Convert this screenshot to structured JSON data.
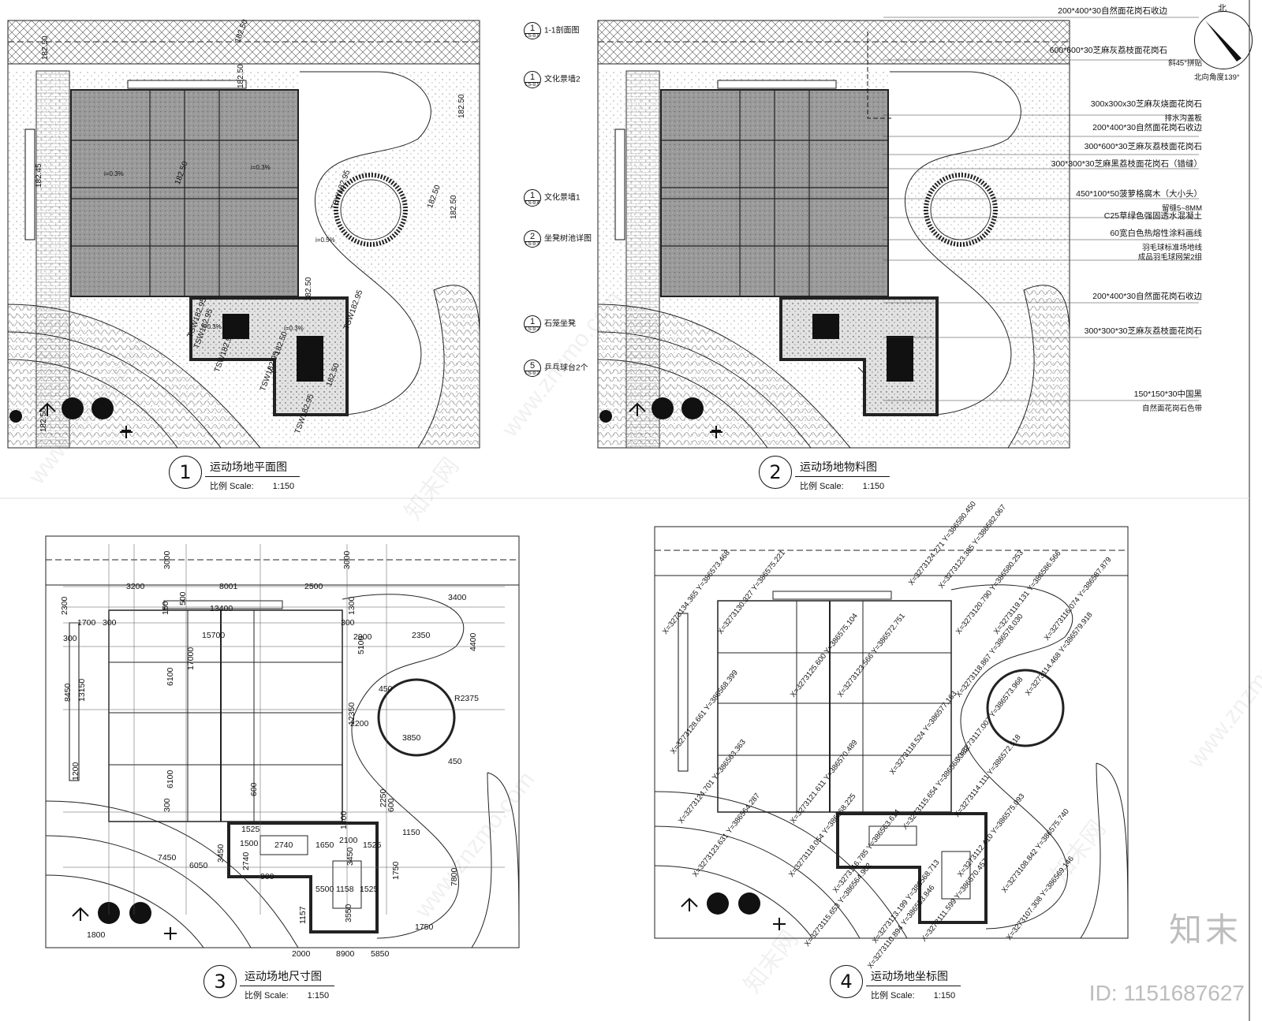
{
  "panels": [
    {
      "num": "1",
      "title": "运动场地平面图",
      "scale_label": "比例 Scale:",
      "scale": "1:150"
    },
    {
      "num": "2",
      "title": "运动场地物料图",
      "scale_label": "比例 Scale:",
      "scale": "1:150"
    },
    {
      "num": "3",
      "title": "运动场地尺寸图",
      "scale_label": "比例 Scale:",
      "scale": "1:150"
    },
    {
      "num": "4",
      "title": "运动场地坐标图",
      "scale_label": "比例 Scale:",
      "scale": "1:150"
    }
  ],
  "north": {
    "label": "北",
    "angle": "北向角度139°"
  },
  "plan_labels": {
    "levels": [
      "182.50",
      "182.50",
      "182.45",
      "182.50",
      "182.50",
      "182.50",
      "182.50",
      "182.50",
      "182.50",
      "182.50",
      "182.50",
      "182.50"
    ],
    "tsw": [
      "TSW182.95",
      "TSW182.95",
      "TSW182.95",
      "TSW182.95",
      "TSW182.95",
      "TSW182.95",
      "TSW182.95"
    ],
    "slopes": [
      "i=0.3%",
      "i=0.3%",
      "i=0.5%",
      "i=0.3%",
      "i=0.3%"
    ]
  },
  "material_callouts": [
    {
      "text": "200*400*30自然面花岗石收边"
    },
    {
      "text": "600*600*30芝麻灰荔枝面花岗石"
    },
    {
      "text": "斜45°拼贴"
    },
    {
      "text": "300x300x30芝麻灰烧面花岗石"
    },
    {
      "text": "排水沟盖板"
    },
    {
      "text": "200*400*30自然面花岗石收边"
    },
    {
      "text": "300*600*30芝麻灰荔枝面花岗石"
    },
    {
      "text": "300*300*30芝麻黑荔枝面花岗石（错缝）"
    },
    {
      "text": "450*100*50菠萝格腐木（大小头）"
    },
    {
      "text": "留缝5~8MM"
    },
    {
      "text": "C25草绿色强固透水混凝土"
    },
    {
      "text": "60宽白色热熔性涂料画线"
    },
    {
      "text": "羽毛球标准场地线"
    },
    {
      "text": "成品羽毛球网架2组"
    },
    {
      "text": "200*400*30自然面花岗石收边"
    },
    {
      "text": "300*300*30芝麻灰荔枝面花岗石"
    },
    {
      "text": "150*150*30中国黑"
    },
    {
      "text": "自然面花岗石色带"
    }
  ],
  "left_refs": [
    {
      "n": "1",
      "sub": "LS-9.5",
      "text": "1-1剖面图"
    },
    {
      "n": "1",
      "sub": "LS-9.5",
      "text": "文化景墙2"
    },
    {
      "n": "1",
      "sub": "LS-9.4",
      "text": "文化景墙1"
    },
    {
      "n": "2",
      "sub": "LS-9.3",
      "text": "坐凳树池详图"
    },
    {
      "n": "1",
      "sub": "LS-9.2",
      "text": "石笼坐凳"
    },
    {
      "n": "5",
      "sub": "LS-9.2",
      "text": "乒乓球台2个"
    }
  ],
  "dimensions": [
    "3000",
    "3000",
    "3200",
    "8001",
    "2500",
    "150",
    "500",
    "1300",
    "13400",
    "300",
    "300",
    "15700",
    "2900",
    "2350",
    "3400",
    "4400",
    "2300",
    "1700",
    "300",
    "6100",
    "17000",
    "6100",
    "8450",
    "13150",
    "12350",
    "2200",
    "450",
    "3850",
    "R2375",
    "450",
    "5100",
    "300",
    "600",
    "1525",
    "600",
    "1400",
    "7450",
    "6050",
    "3450",
    "1500",
    "2740",
    "1650",
    "2100",
    "1525",
    "1150",
    "3450",
    "2740",
    "900",
    "1750",
    "7800",
    "5500",
    "1158",
    "1525",
    "1157",
    "3550",
    "2000",
    "8900",
    "1750",
    "2250",
    "1200",
    "5850",
    "1800"
  ],
  "coords": [
    "X=3273124.271 Y=386580.450",
    "X=3273123.385 Y=386582.067",
    "X=3273134.365 Y=386573.468",
    "X=3273130.327 Y=386575.221",
    "X=3273120.790 Y=386580.253",
    "X=3273119.131 Y=386586.566",
    "X=3273116.074 Y=386587.879",
    "X=3273125.600 Y=386575.104",
    "X=3273123.566 Y=386572.751",
    "X=3273118.867 Y=386578.030",
    "X=3273114.468 Y=386579.918",
    "X=3273117.007 Y=386573.968",
    "X=3273128.661 Y=386568.399",
    "X=3273118.524 Y=386577.163",
    "X=3273124.701 Y=386563.363",
    "X=3273121.611 Y=386570.489",
    "X=3273115.654 Y=386568.382",
    "X=3273114.111 Y=386572.518",
    "X=3273123.631 Y=386564.287",
    "X=3273119.054 Y=386568.225",
    "X=3273116.785 Y=386563.614",
    "X=3273112.410 Y=386575.093",
    "X=3273108.842 Y=386575.740",
    "X=3273113.199 Y=386568.713",
    "X=3273111.599 Y=386570.457",
    "X=3273107.308 Y=386569.146",
    "X=3273115.653 Y=386564.902",
    "X=3273110.894 Y=386563.846"
  ],
  "watermark": "www.znzmo.com",
  "watermark_cn": "知末网",
  "brand": "知末",
  "id_label": "ID: 1151687627"
}
